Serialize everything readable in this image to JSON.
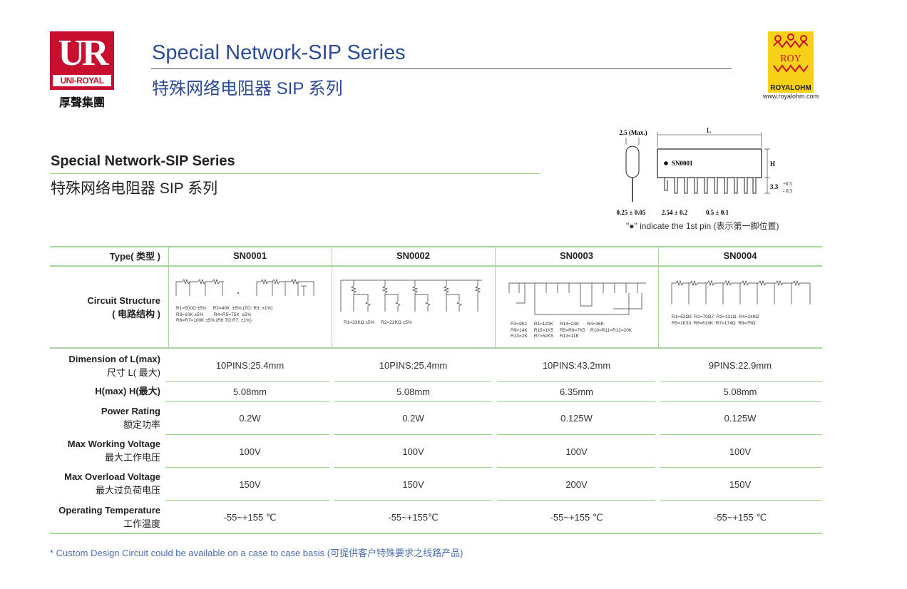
{
  "header": {
    "logo_left_main": "UR",
    "logo_left_sub": "UNI-ROYAL",
    "logo_left_cn": "厚聲集團",
    "title_en": "Special Network-SIP Series",
    "title_cn": "特殊网络电阻器 SIP 系列",
    "logo_right_brand": "ROYALOHM",
    "logo_right_text": "ROY",
    "logo_right_url": "www.royalohm.com"
  },
  "section": {
    "title_en": "Special Network-SIP Series",
    "title_cn": "特殊网络电阻器 SIP 系列"
  },
  "package": {
    "pin_thickness": "2.5 (Max.)",
    "length_label": "L",
    "height_label": "H",
    "part_marking": "SN0001",
    "lead_length": "3.3",
    "lead_tol_plus": "+0.5",
    "lead_tol_minus": "- 0.3",
    "lead_width": "0.25 ± 0.05",
    "pitch": "2.54 ± 0.2",
    "pin_width": "0.5 ± 0.1",
    "caption": "\"●\" indicate the 1st pin (表示第一脚位置)"
  },
  "table": {
    "header_label": "Type( 类型 )",
    "types": [
      "SN0001",
      "SN0002",
      "SN0003",
      "SN0004"
    ],
    "circuit_label_en": "Circuit Structure",
    "circuit_label_cn": "( 电路结构 )",
    "circuit_notes": [
      "R1=500Ω ±5%     R2=40K  ±5% (TO: R3: ±1%)\nR3=10K ±5%        R4=R5=75K  ±5%\nR6=R7=100K ±5% (R6 TO R7: ±1%)",
      "R1=33KΩ ±5%     R2=22KΩ ±5%",
      "R3=9K1     R1=120K     R14=24K      R4=36K\nR9=14K     R15=1K5     R5=R6=7K5    R10=R11=R12=20K\nR13=2K     R7=52K5     R13=11K",
      "R1=52Ω3  R2=70Ω7  R3=121Ω  R4=249Ω\nR5=1K33  R6=619K  R7=174Ω  R8=75Ω"
    ],
    "rows": [
      {
        "label_en": "Dimension of L(max)",
        "label_cn": "尺寸 L( 最大)",
        "values": [
          "10PINS:25.4mm",
          "10PINS:25.4mm",
          "10PINS:43.2mm",
          "9PINS:22.9mm"
        ]
      },
      {
        "label_en": "H(max) H(最大)",
        "label_cn": "",
        "values": [
          "5.08mm",
          "5.08mm",
          "6.35mm",
          "5.08mm"
        ]
      },
      {
        "label_en": "Power Rating",
        "label_cn": "额定功率",
        "values": [
          "0.2W",
          "0.2W",
          "0.125W",
          "0.125W"
        ]
      },
      {
        "label_en": "Max Working Voltage",
        "label_cn": "最大工作电压",
        "values": [
          "100V",
          "100V",
          "100V",
          "100V"
        ]
      },
      {
        "label_en": "Max Overload Voltage",
        "label_cn": "最大过负荷电压",
        "values": [
          "150V",
          "150V",
          "200V",
          "150V"
        ]
      },
      {
        "label_en": "Operating Temperature",
        "label_cn": "工作温度",
        "values": [
          "-55~+155 ℃",
          "-55~+155℃",
          "-55~+155 ℃",
          "-55~+155 ℃"
        ]
      }
    ]
  },
  "footnote": "* Custom Design Circuit could be available on a case to case basis (可提供客户特殊要求之线路产品)"
}
